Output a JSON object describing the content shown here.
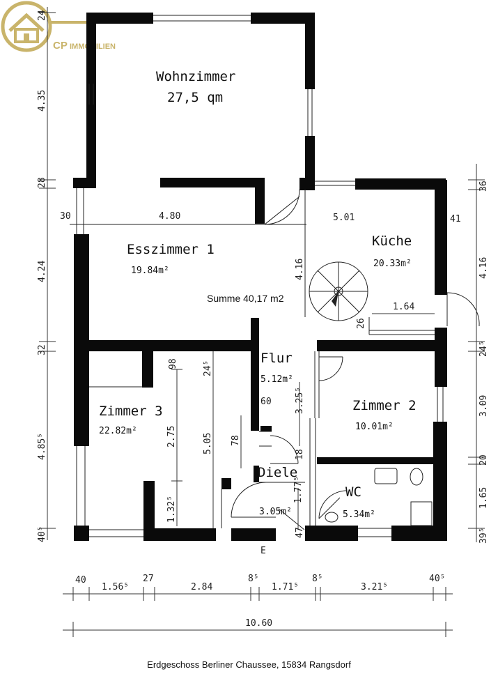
{
  "logo": {
    "brand_bold": "CP",
    "brand_rest": "IMMOBILIEN",
    "icon": "house-icon"
  },
  "rooms": {
    "wohnzimmer": {
      "name": "Wohnzimmer",
      "area": "27,5 qm"
    },
    "esszimmer": {
      "name": "Esszimmer 1",
      "area": "19.84m²"
    },
    "kueche": {
      "name": "Küche",
      "area": "20.33m²"
    },
    "flur": {
      "name": "Flur",
      "area": "5.12m²"
    },
    "zimmer3": {
      "name": "Zimmer 3",
      "area": "22.82m²"
    },
    "zimmer2": {
      "name": "Zimmer 2",
      "area": "10.01m²"
    },
    "diele": {
      "name": "Diele",
      "area": "3.05m²"
    },
    "wc": {
      "name": "WC",
      "area": "5.34m²"
    }
  },
  "summe": "Summe 40,17 m2",
  "left_dims": [
    "24",
    "4.35",
    "28",
    "4.24",
    "32",
    "4.85⁵",
    "40⁵"
  ],
  "right_dims": [
    "36",
    "41",
    "4.16",
    "24⁵",
    "3.09",
    "20",
    "1.65",
    "39⁵"
  ],
  "inner_dims": {
    "d480": "4.80",
    "d30": "30",
    "d501": "5.01",
    "d416": "4.16",
    "d164": "1.64",
    "d26": "26",
    "d98": "98",
    "d245": "24⁵",
    "d275": "2.75",
    "d505": "5.05",
    "d1325": "1.32⁵",
    "d78": "78",
    "d60": "60",
    "d325": "3.25⁵",
    "d18": "18",
    "d1775": "1.77⁵",
    "d47": "47"
  },
  "bottom_dims": [
    "40",
    "1.56⁵",
    "27",
    "2.84",
    "8⁵",
    "1.71⁵",
    "8⁵",
    "3.21⁵",
    "40⁵"
  ],
  "total_dim": "10.60",
  "marker": "E",
  "caption": "Erdgeschoss Berliner Chaussee, 15834 Rangsdorf"
}
